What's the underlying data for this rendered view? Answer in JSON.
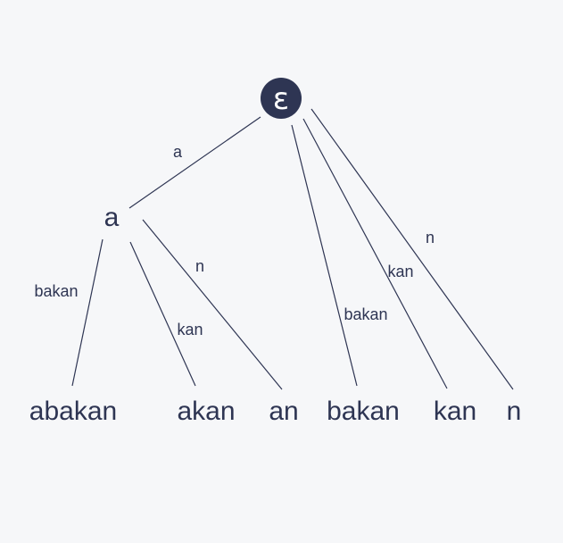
{
  "tree": {
    "root": {
      "label": "ε"
    },
    "internal": {
      "label": "a"
    },
    "leaves": [
      "abakan",
      "akan",
      "an",
      "bakan",
      "kan",
      "n"
    ],
    "edges": {
      "root_to_a": "a",
      "a_to_abakan": "bakan",
      "a_to_akan": "kan",
      "a_to_an": "n",
      "root_to_bakan": "bakan",
      "root_to_kan": "kan",
      "root_to_n": "n"
    }
  },
  "colors": {
    "background": "#f6f7f9",
    "ink": "#2e3553",
    "root_text": "#ffffff"
  }
}
